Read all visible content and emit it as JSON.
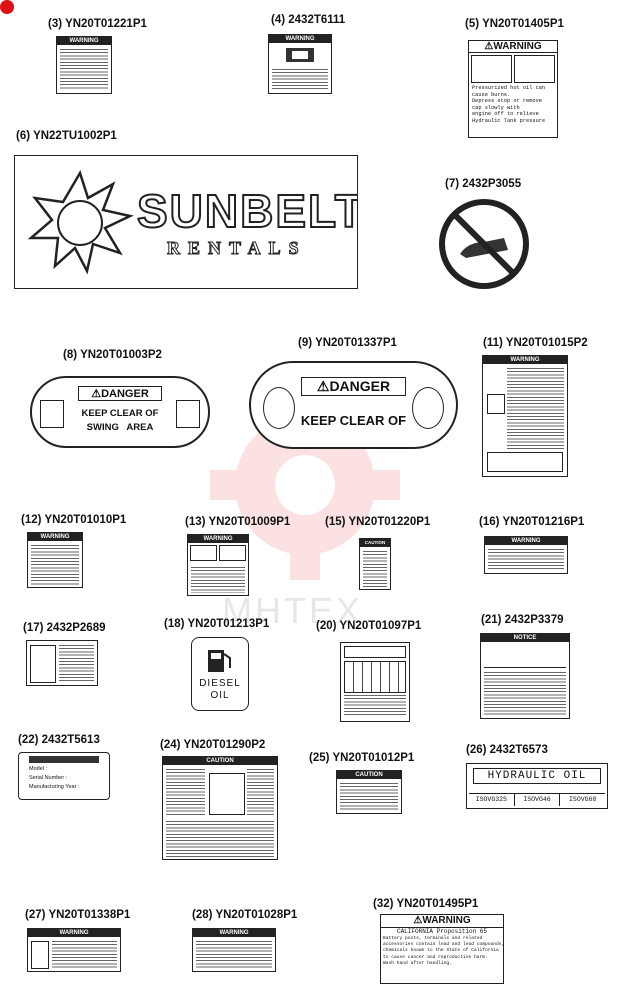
{
  "labels": [
    {
      "num": "(3)",
      "part": "YN20T01221P1"
    },
    {
      "num": "(4)",
      "part": "2432T6111"
    },
    {
      "num": "(5)",
      "part": "YN20T01405P1"
    },
    {
      "num": "(6)",
      "part": "YN22TU1002P1"
    },
    {
      "num": "(7)",
      "part": "2432P3055"
    },
    {
      "num": "(8)",
      "part": "YN20T01003P2"
    },
    {
      "num": "(9)",
      "part": "YN20T01337P1"
    },
    {
      "num": "(11)",
      "part": "YN20T01015P2"
    },
    {
      "num": "(12)",
      "part": "YN20T01010P1"
    },
    {
      "num": "(13)",
      "part": "YN20T01009P1"
    },
    {
      "num": "(15)",
      "part": "YN20T01220P1"
    },
    {
      "num": "(16)",
      "part": "YN20T01216P1"
    },
    {
      "num": "(17)",
      "part": "2432P2689"
    },
    {
      "num": "(18)",
      "part": "YN20T01213P1"
    },
    {
      "num": "(20)",
      "part": "YN20T01097P1"
    },
    {
      "num": "(21)",
      "part": "2432P3379"
    },
    {
      "num": "(22)",
      "part": "2432T5613"
    },
    {
      "num": "(24)",
      "part": "YN20T01290P2"
    },
    {
      "num": "(25)",
      "part": "YN20T01012P1"
    },
    {
      "num": "(26)",
      "part": "2432T6573"
    },
    {
      "num": "(27)",
      "part": "YN20T01338P1"
    },
    {
      "num": "(28)",
      "part": "YN20T01028P1"
    },
    {
      "num": "(32)",
      "part": "YN20T01495P1"
    }
  ],
  "decals": {
    "sunbelt_brand": "SUNBELT",
    "sunbelt_sub": "RENTALS",
    "danger_word": "DANGER",
    "warning_word": "WARNING",
    "caution_word": "CAUTION",
    "notice_word": "NOTICE",
    "keep_clear_swing": "KEEP CLEAR OF",
    "swing_area": "SWING   AREA",
    "keep_clear_9": "KEEP CLEAR OF",
    "diesel": "DIESEL",
    "oil": "OIL",
    "hydraulic_oil": "HYDRAULIC OIL",
    "iso_grades": [
      "ISOVG32S",
      "ISOVG46",
      "ISOVG68"
    ],
    "plate_model": "Model :",
    "plate_serial": "Serial Number :",
    "plate_year": "Manufacturing Year :",
    "warning5_text": [
      "Pressurized hot oil can",
      "cause burns.",
      "Depress stop or remove",
      "cap slowly with",
      "engine off to relieve",
      "Hydraulic Tank pressure"
    ],
    "california_title": "CALIFORNIA Proposition 65",
    "california_text": [
      "Battery posts, terminals and related",
      "accessories contain lead and lead compounds,",
      "chemicals known to the State of California",
      "to cause cancer and reproductive harm.",
      "Wash hand after handling."
    ]
  },
  "colors": {
    "ink": "#111111",
    "watermark": "#e84a4a",
    "corner": "#d11111"
  }
}
